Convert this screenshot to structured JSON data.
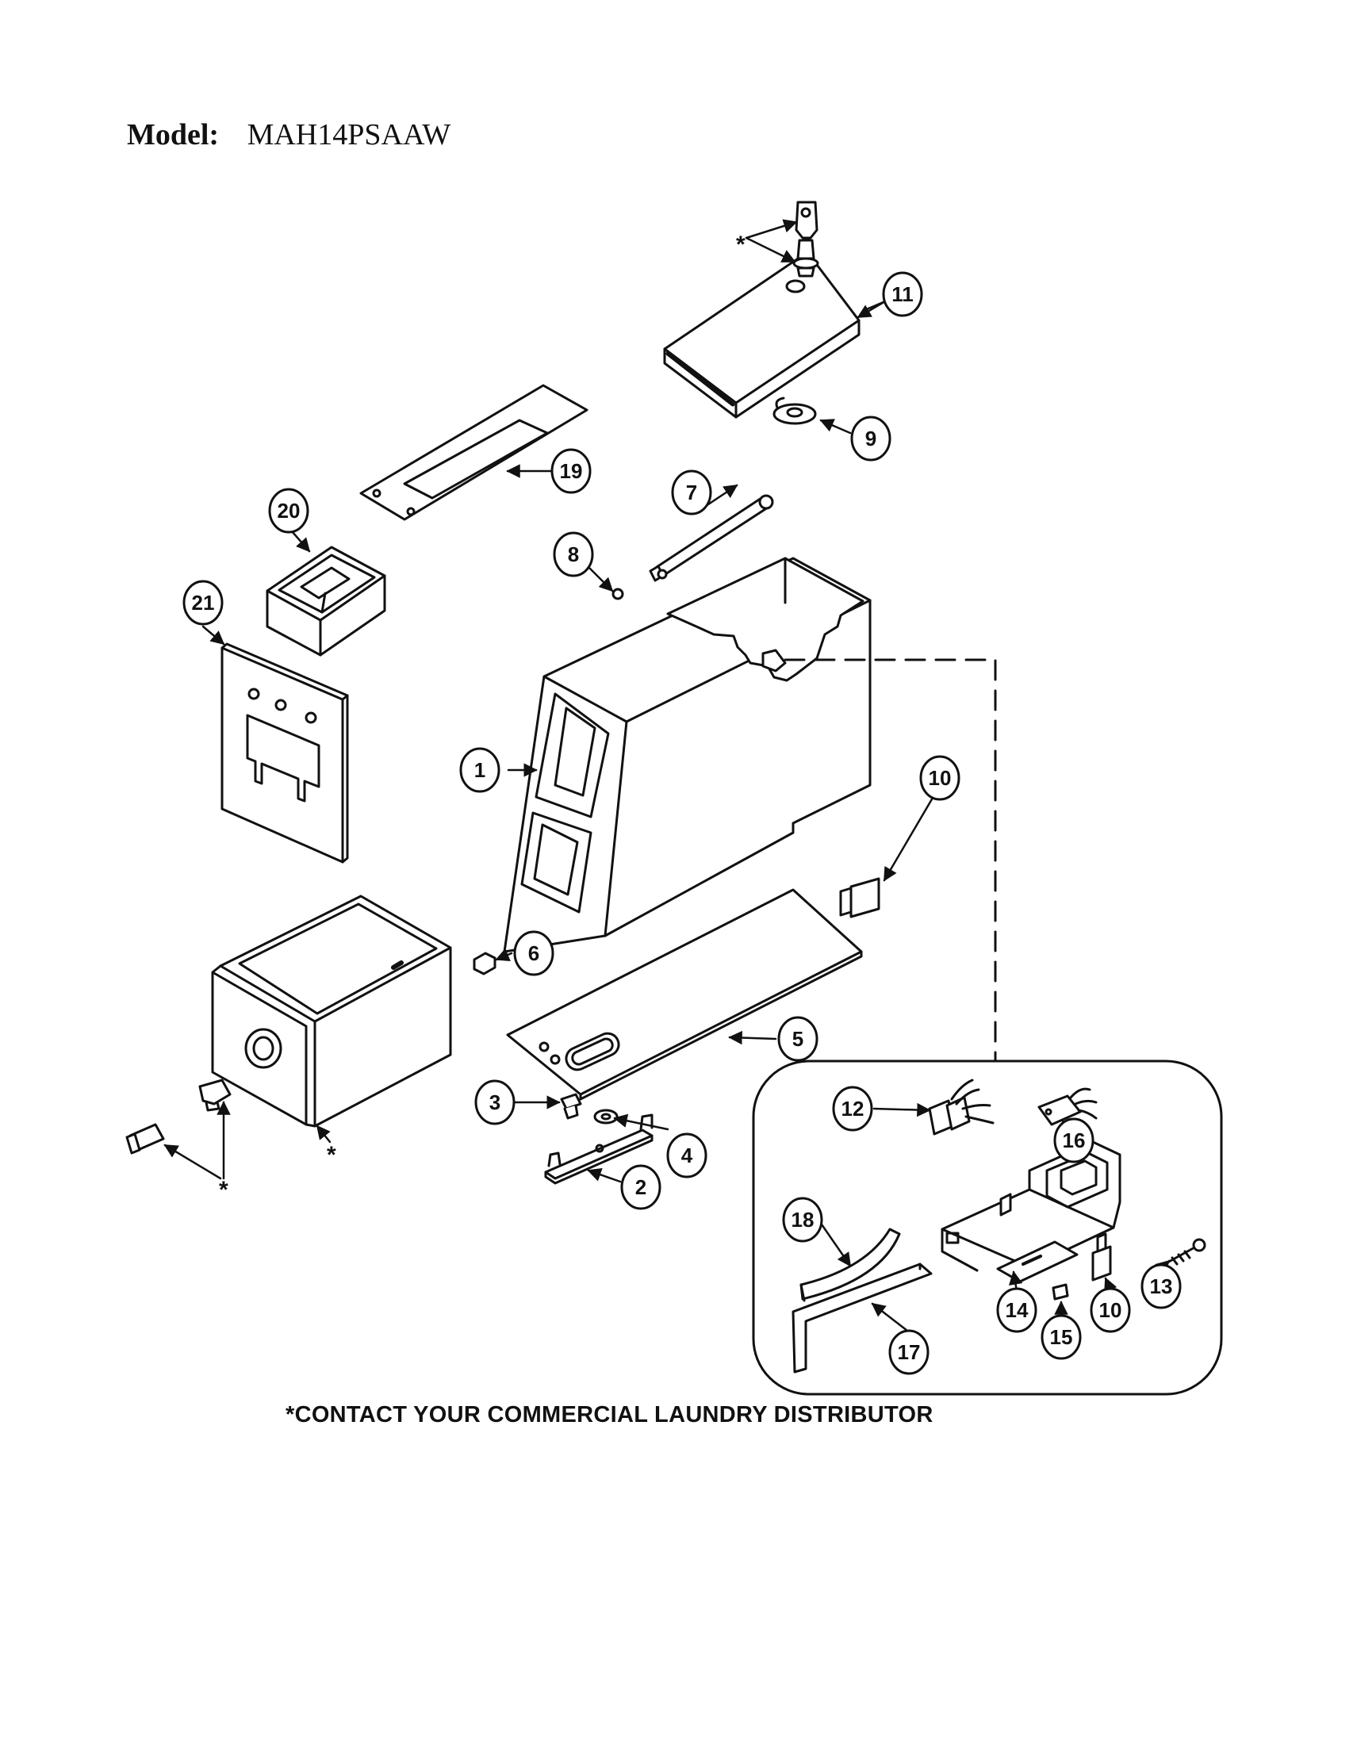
{
  "header": {
    "model_label": "Model:",
    "model_value": "MAH14PSAAW"
  },
  "footer": {
    "note": "*CONTACT YOUR COMMERCIAL LAUNDRY DISTRIBUTOR"
  },
  "callouts": [
    "1",
    "2",
    "3",
    "4",
    "5",
    "6",
    "7",
    "8",
    "9",
    "10",
    "10",
    "11",
    "12",
    "13",
    "14",
    "15",
    "16",
    "17",
    "18",
    "19",
    "20",
    "21"
  ],
  "asterisk": "*"
}
